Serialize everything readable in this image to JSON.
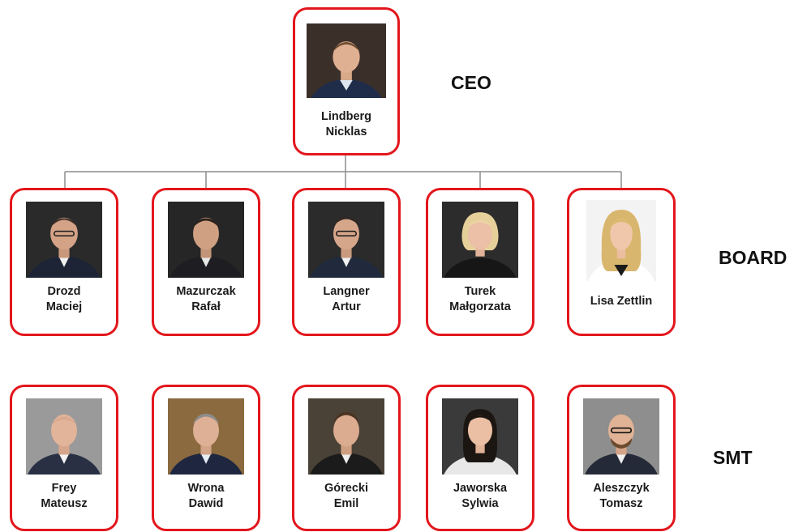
{
  "levels": {
    "ceo": "CEO",
    "board": "BOARD",
    "smt": "SMT"
  },
  "ceo": {
    "first": "Lindberg",
    "second": "Nicklas"
  },
  "board": [
    {
      "first": "Drozd",
      "second": "Maciej"
    },
    {
      "first": "Mazurczak",
      "second": "Rafał"
    },
    {
      "first": "Langner",
      "second": "Artur"
    },
    {
      "first": "Turek",
      "second": "Małgorzata"
    },
    {
      "first": "Lisa Zettlin"
    }
  ],
  "smt": [
    {
      "first": "Frey",
      "second": "Mateusz"
    },
    {
      "first": "Wrona",
      "second": "Dawid"
    },
    {
      "first": "Górecki",
      "second": "Emil"
    },
    {
      "first": "Jaworska",
      "second": "Sylwia"
    },
    {
      "first": "Aleszczyk",
      "second": "Tomasz"
    }
  ],
  "colors": {
    "card_border": "#e3161c",
    "connector": "#8c8c8c",
    "text": "#1a1a1a"
  }
}
